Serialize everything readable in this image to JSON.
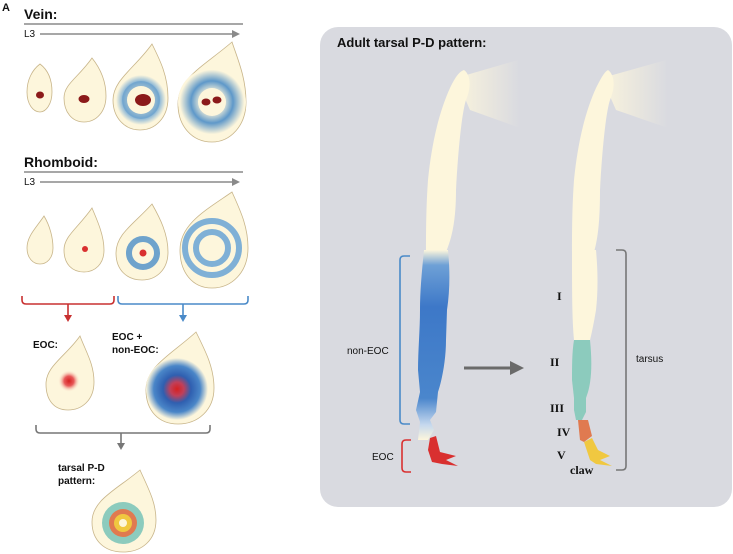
{
  "panel_label": "A",
  "vein": {
    "title": "Vein:",
    "stage": "L3"
  },
  "rhomboid": {
    "title": "Rhomboid:",
    "stage": "L3"
  },
  "eoc_label": "EOC:",
  "eoc_noneoc_label_line1": "EOC +",
  "eoc_noneoc_label_line2": "non-EOC:",
  "tarsal_label_line1": "tarsal P-D",
  "tarsal_label_line2": "pattern:",
  "adult_panel": {
    "title": "Adult tarsal P-D pattern:",
    "non_eoc_label": "non-EOC",
    "eoc_label": "EOC",
    "tarsus_label": "tarsus",
    "segments": [
      "I",
      "II",
      "III",
      "IV",
      "V",
      "claw"
    ]
  },
  "colors": {
    "disc_fill": "#fdf6dc",
    "vein_spot": "#8b1a1a",
    "blue_ring": "#6fa3cc",
    "red": "#d93030",
    "gray_panel": "#d9dae0",
    "teal": "#8ccbbd",
    "orange": "#e07a50",
    "yellow": "#f0c840"
  }
}
